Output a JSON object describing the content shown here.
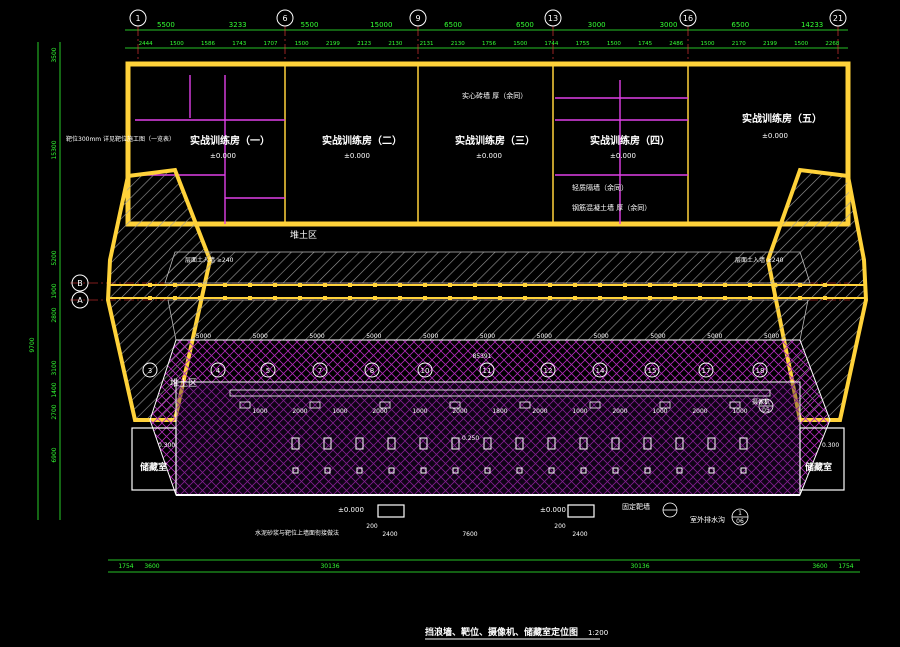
{
  "drawing": {
    "title": "挡浪墙、靶位、摄像机、储藏室定位图",
    "scale": "1:200"
  },
  "grid": {
    "top_axes": [
      "1",
      "6",
      "9",
      "13",
      "16",
      "21"
    ],
    "bottom_axes": [
      "3",
      "4",
      "5",
      "7",
      "8",
      "10",
      "11",
      "12",
      "14",
      "15",
      "17",
      "18"
    ],
    "left_axes": [
      "B",
      "A"
    ]
  },
  "dimensions": {
    "top_row1": [
      "5500",
      "3233",
      "5500",
      "15000",
      "6500",
      "6500",
      "3000",
      "3000",
      "6500",
      "14233"
    ],
    "top_row2": [
      "2444",
      "1500",
      "1586",
      "1743",
      "1707",
      "1500",
      "2199",
      "2123",
      "2130",
      "2131",
      "2130",
      "1756",
      "1500",
      "1744",
      "1755",
      "1500",
      "1745",
      "2486",
      "1500",
      "2170",
      "2199",
      "1500",
      "2268"
    ],
    "left_col": [
      "3500",
      "15300",
      "5200",
      "1900",
      "2800",
      "9700",
      "3100",
      "1400",
      "2700",
      "6900"
    ],
    "bottom": [
      "1754",
      "3600",
      "30136",
      "30136",
      "3600",
      "1754"
    ],
    "range_mid": [
      "5000",
      "5000",
      "5000",
      "5000",
      "5000",
      "5000",
      "5000",
      "5000",
      "5000",
      "5000",
      "5000"
    ],
    "range_total": "85391",
    "target_spacing": [
      "1000",
      "2000",
      "1000",
      "2000",
      "1000",
      "2000",
      "1800",
      "2000",
      "1000",
      "2000",
      "1000",
      "2000",
      "1000"
    ],
    "bottom_detail": [
      "200",
      "2400",
      "7600",
      "200",
      "2400"
    ],
    "camera_mark": "0.250",
    "store_mark": "0.300"
  },
  "rooms": [
    {
      "name": "实战训练房（一）",
      "elev": "±0.000"
    },
    {
      "name": "实战训练房（二）",
      "elev": "±0.000"
    },
    {
      "name": "实战训练房（三）",
      "elev": "±0.000"
    },
    {
      "name": "实战训练房（四）",
      "elev": "±0.000"
    },
    {
      "name": "实战训练房（五）",
      "elev": "±0.000"
    }
  ],
  "annotations": {
    "soil_top": "堆土区",
    "soil_left": "堆土区",
    "wall_a": "实心砖墙 厚（余同）",
    "wall_b": "轻质隔墙（余同）",
    "wall_c": "钢筋混凝土墙 厚（余同）",
    "left_note": "靶位300mm 详见靶位施工图（一览表）",
    "slope_l": "层面土入墙 ≥240",
    "slope_r": "层面土入墙 ≥240",
    "store_left": "储藏室",
    "store_right": "储藏室",
    "camera": "摄像机",
    "fixed": "固定靶墙",
    "drain": "室外排水沟",
    "bottom_note": "水泥砂浆与靶位上墙面衔接做法",
    "elev_b1": "±0.000",
    "elev_b2": "±0.000",
    "ref1": "1",
    "ref2": "05",
    "ref3": "1",
    "ref4": "06"
  }
}
